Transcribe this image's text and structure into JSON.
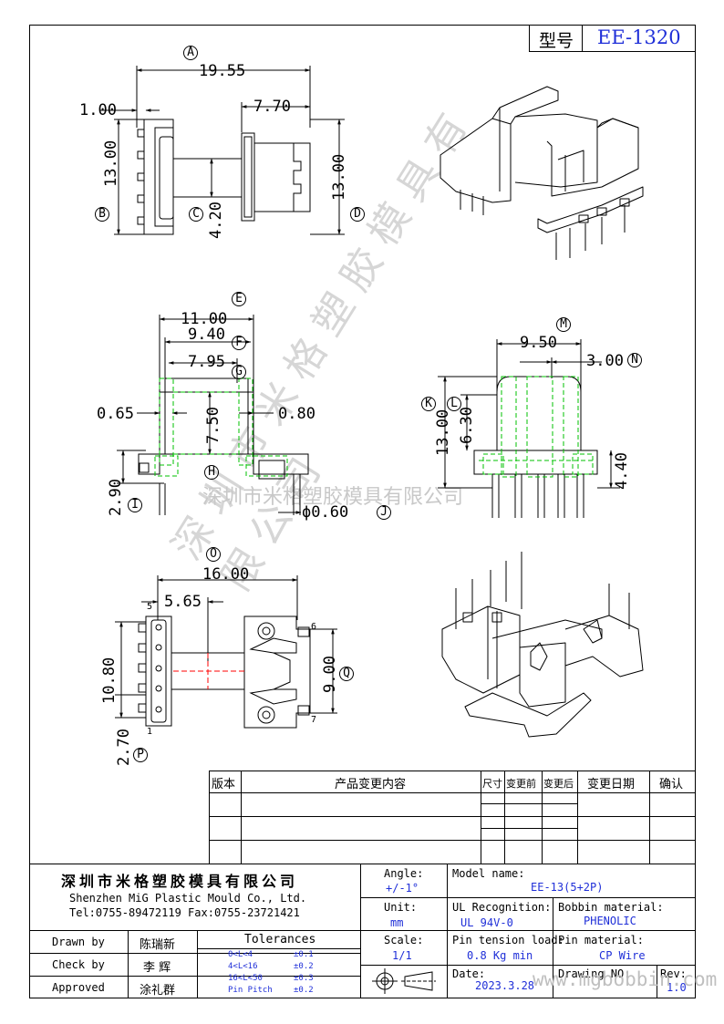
{
  "header": {
    "model_label": "型号",
    "model_value": "EE-1320"
  },
  "dimensions": {
    "top": [
      "19.55",
      "1.00",
      "7.70",
      "13.00",
      "4.20",
      "13.00"
    ],
    "middle_left": [
      "11.00",
      "9.40",
      "7.95",
      "0.65",
      "0.80",
      "7.50",
      "2.90",
      "ϕ0.60"
    ],
    "middle_right": [
      "9.50",
      "3.00",
      "13.00",
      "6.30",
      "4.40"
    ],
    "bottom": [
      "16.00",
      "5.65",
      "10.80",
      "9.00",
      "2.70"
    ]
  },
  "circle_labels": [
    "A",
    "B",
    "C",
    "D",
    "E",
    "F",
    "G",
    "H",
    "I",
    "J",
    "K",
    "L",
    "M",
    "N",
    "O",
    "P",
    "Q"
  ],
  "pin_numbers": [
    "5",
    "6",
    "1",
    "7"
  ],
  "watermark": {
    "diag": "深圳市米格塑胶模具有限公司",
    "horiz": "深圳市米格塑胶模具有限公司",
    "url": "www.mgbobbin.com"
  },
  "revision_table": {
    "headers": [
      "版本",
      "产品变更内容",
      "尺寸",
      "变更前",
      "变更后",
      "变更日期",
      "确认"
    ]
  },
  "title_block": {
    "company_cn": "深圳市米格塑胶模具有限公司",
    "company_en": "Shenzhen MiG Plastic Mould Co., Ltd.",
    "contact": "Tel:0755-89472119    Fax:0755-23721421",
    "angle_label": "Angle:",
    "angle_value": "+/-1°",
    "unit_label": "Unit:",
    "unit_value": "mm",
    "scale_label": "Scale:",
    "scale_value": "1/1",
    "model_name_label": "Model name:",
    "model_name_value": "EE-13(5+2P)",
    "ul_label": "UL Recognition:",
    "ul_value": "UL 94V-0",
    "bobbin_label": "Bobbin material:",
    "bobbin_value": "PHENOLIC",
    "pin_tension_label": "Pin tension load:",
    "pin_tension_value": "0.8 Kg min",
    "pin_material_label": "Pin material:",
    "pin_material_value": "CP Wire",
    "date_label": "Date:",
    "date_value": "2023.3.28",
    "drawing_no_label": "Drawing NO:",
    "rev_label": "Rev:",
    "rev_value": "1.0",
    "drawn_by_label": "Drawn by",
    "drawn_by_value": "陈瑞新",
    "check_by_label": "Check by",
    "check_by_value": "李 辉",
    "approved_label": "Approved",
    "approved_value": "涂礼群",
    "tolerances_label": "Tolerances",
    "tolerances": [
      {
        "range": "0<L<4",
        "value": "±0.1"
      },
      {
        "range": "4<L<16",
        "value": "±0.2"
      },
      {
        "range": "16<L<50",
        "value": "±0.3"
      },
      {
        "range": "Pin Pitch",
        "value": "±0.2"
      }
    ]
  },
  "colors": {
    "dimension_text": "#000000",
    "blue_text": "#1f2fd8",
    "hidden_line": "#00c000",
    "centerline": "#ff0000",
    "watermark": "#d6d6d6"
  }
}
